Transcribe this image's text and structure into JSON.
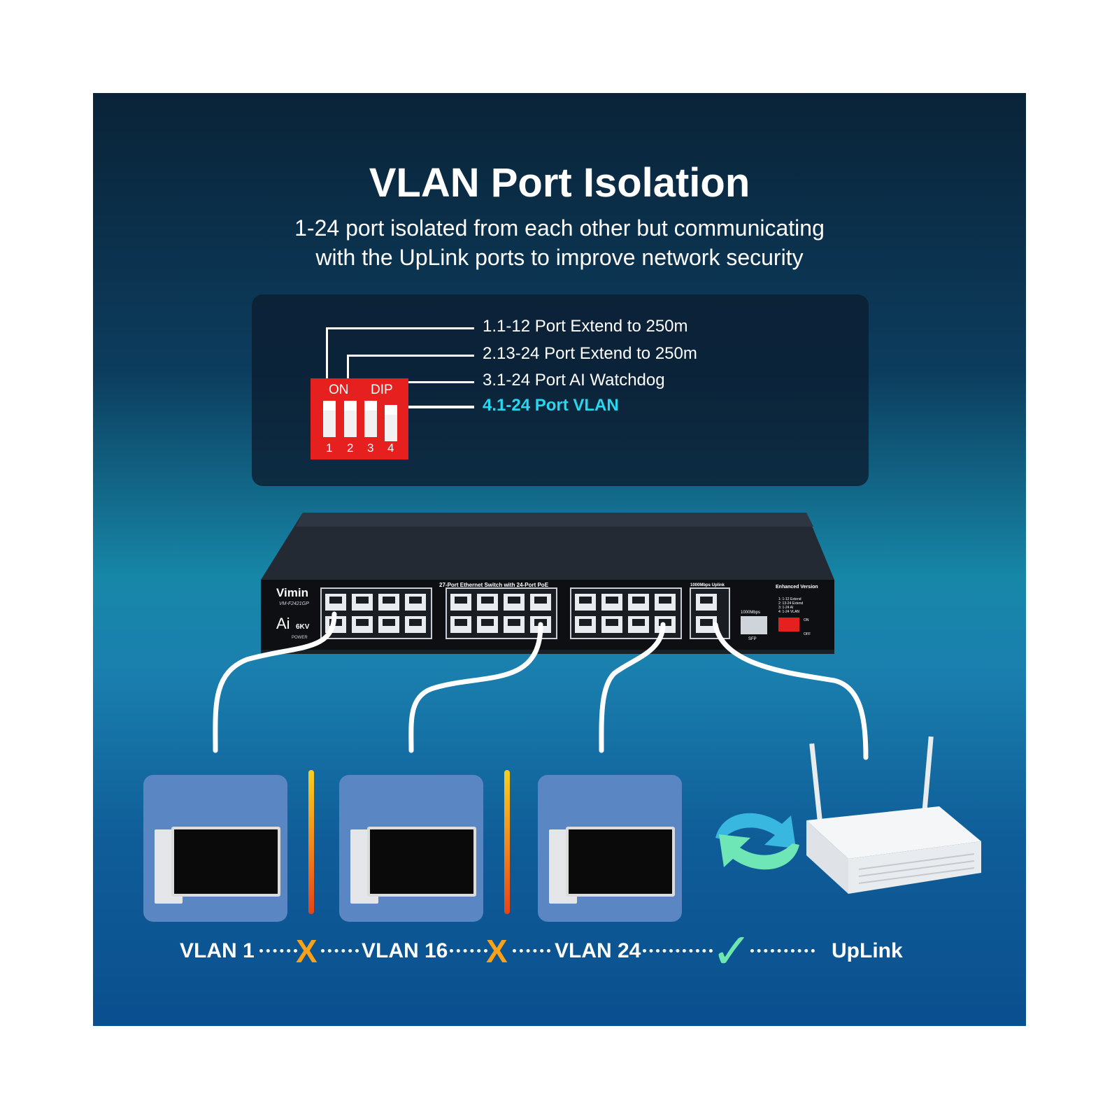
{
  "title": "VLAN Port Isolation",
  "subtitle_line1": "1-24 port isolated from each other but communicating",
  "subtitle_line2": "with the UpLink ports to improve network security",
  "dip_options": [
    "1.1-12 Port Extend to 250m",
    "2.13-24 Port Extend to 250m",
    "3.1-24 Port AI Watchdog",
    "4.1-24 Port VLAN"
  ],
  "dip_switch": {
    "on_label": "ON",
    "dip_label": "DIP",
    "numbers": [
      "1",
      "2",
      "3",
      "4"
    ]
  },
  "device": {
    "brand": "Vimin",
    "model": "VM-F2421GP",
    "ai_label": "Ai",
    "kv_label": "6KV",
    "power_label": "POWER",
    "front_text": "27-Port Ethernet Switch with 24-Port PoE",
    "uplink_text": "1000Mbps Uplink",
    "sfp_speed": "1000Mbps",
    "sfp_label": "SFP",
    "enhanced": "Enhanced Version",
    "mini_dip": [
      "1: 1-12 Extend",
      "2: 13-24 Extend",
      "3: 1-24 AI",
      "4: 1-24 VLAN"
    ],
    "mini_on": "ON",
    "mini_off": "OFF"
  },
  "bottom": {
    "vlan1": "VLAN 1",
    "vlan16": "VLAN 16",
    "vlan24": "VLAN 24",
    "uplink": "UpLink",
    "cross_symbol": "X",
    "check_symbol": "✓"
  },
  "colors": {
    "highlight": "#27d7f0",
    "dip_red": "#e5201f",
    "card_blue": "#5a86c4",
    "cross_orange": "#f7a21a",
    "check_green": "#6fe6b0"
  }
}
